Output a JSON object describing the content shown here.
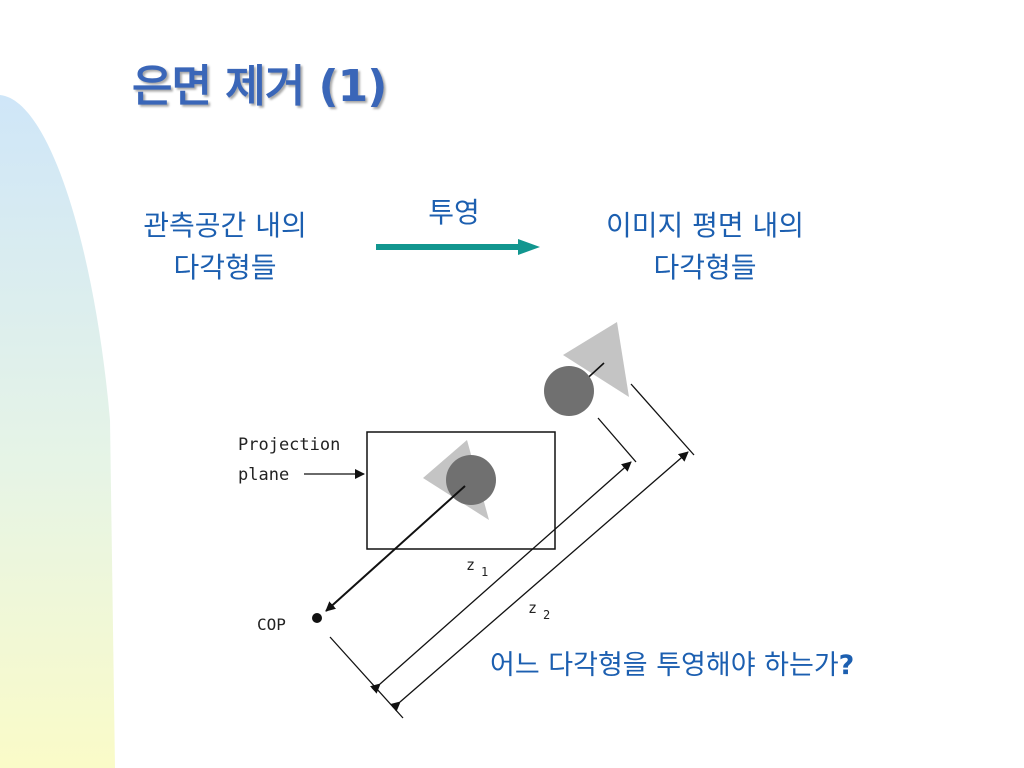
{
  "slide": {
    "title": "은면 제거 (1)",
    "left_label": {
      "line1": "관측공간 내의",
      "line2": "다각형들"
    },
    "arrow_label": "투영",
    "right_label": {
      "line1": "이미지 평면 내의",
      "line2": "다각형들"
    },
    "question": {
      "text": "어느 다각형을 투영해야 하는가",
      "mark": "?"
    }
  },
  "diagram": {
    "projection_plane_line1": "Projection",
    "projection_plane_line2": "plane",
    "cop_label": "COP",
    "z1_label": "z",
    "z1_sub": "1",
    "z2_label": "z",
    "z2_sub": "2"
  },
  "colors": {
    "title": "#3a66b8",
    "text": "#1c5fb0",
    "arrow": "#12968f",
    "band_top": "#cfe6f8",
    "band_bottom": "#fafbc8"
  }
}
